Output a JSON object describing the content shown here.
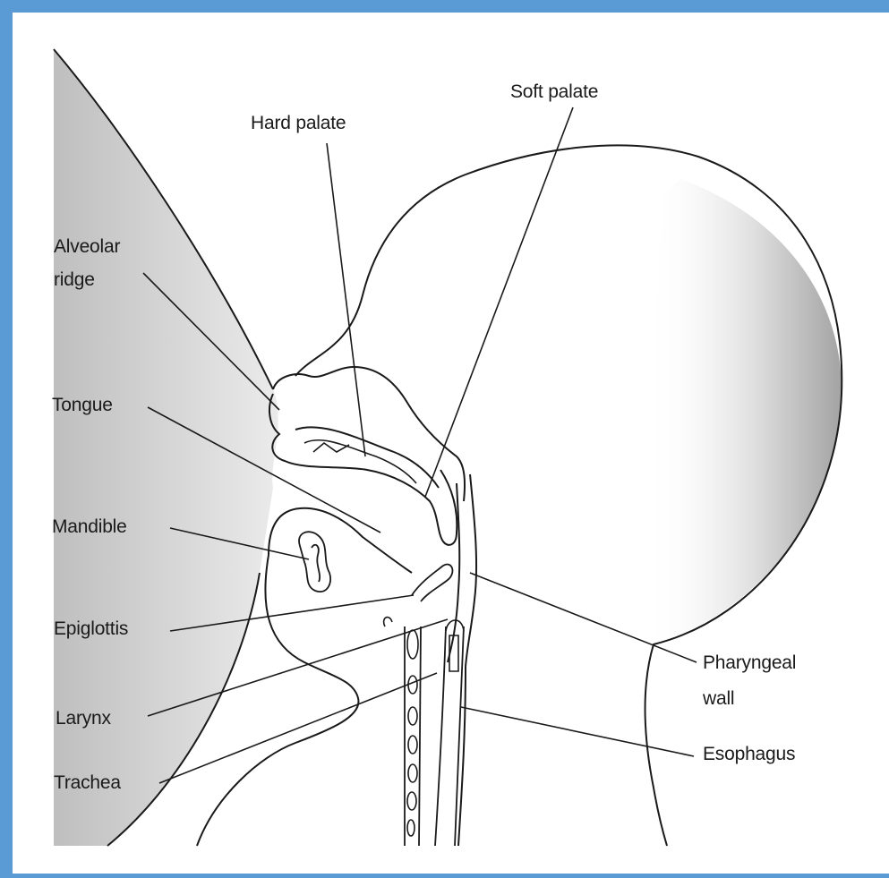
{
  "labels": {
    "hard_palate": "Hard palate",
    "soft_palate": "Soft palate",
    "alveolar_ridge_1": "Alveolar",
    "alveolar_ridge_2": "ridge",
    "tongue": "Tongue",
    "mandible": "Mandible",
    "epiglottis": "Epiglottis",
    "larynx": "Larynx",
    "trachea": "Trachea",
    "pharyngeal_wall_1": "Pharyngeal",
    "pharyngeal_wall_2": "wall",
    "esophagus": "Esophagus"
  },
  "colors": {
    "frame": "#5b9bd5",
    "ink": "#1a1a1a",
    "shade": "#bdbdbd"
  }
}
